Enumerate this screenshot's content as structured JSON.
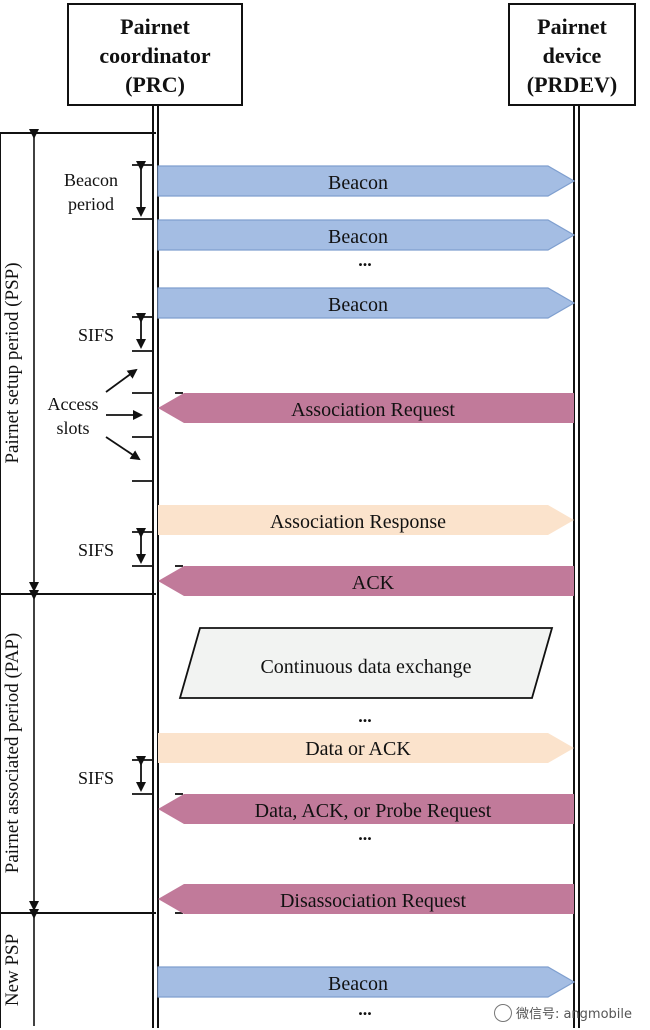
{
  "entities": {
    "coordinator": {
      "line1": "Pairnet",
      "line2": "coordinator",
      "line3": "(PRC)"
    },
    "device": {
      "line1": "Pairnet",
      "line2": "device",
      "line3": "(PRDEV)"
    }
  },
  "periods": {
    "psp": "Pairnet setup period (PSP)",
    "pap": "Pairnet associated period (PAP)",
    "new_psp": "New PSP"
  },
  "annotations": {
    "beacon_period_1": "Beacon",
    "beacon_period_2": "period",
    "sifs": "SIFS",
    "access_1": "Access",
    "access_2": "slots",
    "ellipsis": "..."
  },
  "messages": {
    "beacon": "Beacon",
    "assoc_request": "Association Request",
    "assoc_response": "Association Response",
    "ack": "ACK",
    "data_exchange": "Continuous data exchange",
    "data_or_ack": "Data or ACK",
    "data_ack_probe": "Data, ACK, or Probe Request",
    "disassoc_request": "Disassociation Request"
  },
  "colors": {
    "beacon": "#a4bde3",
    "beacon_stroke": "#7f9fcf",
    "request": "#c17a9a",
    "response": "#fbe3cc",
    "exchange": "#f2f3f2"
  },
  "watermark": {
    "icon": "wechat-icon",
    "text": "微信号: angmobile"
  }
}
